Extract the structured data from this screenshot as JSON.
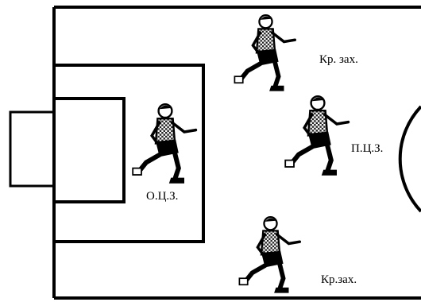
{
  "diagram": {
    "colors": {
      "line": "#000000",
      "background": "#ffffff",
      "jersey": "#2a2a2a"
    },
    "players": [
      {
        "role": "left-back",
        "label": "Кр. зах."
      },
      {
        "role": "right-center-back",
        "label": "П.Ц.З."
      },
      {
        "role": "left-center-back",
        "label": "О.Ц.З."
      },
      {
        "role": "right-back",
        "label": "Кр.зах."
      }
    ]
  }
}
